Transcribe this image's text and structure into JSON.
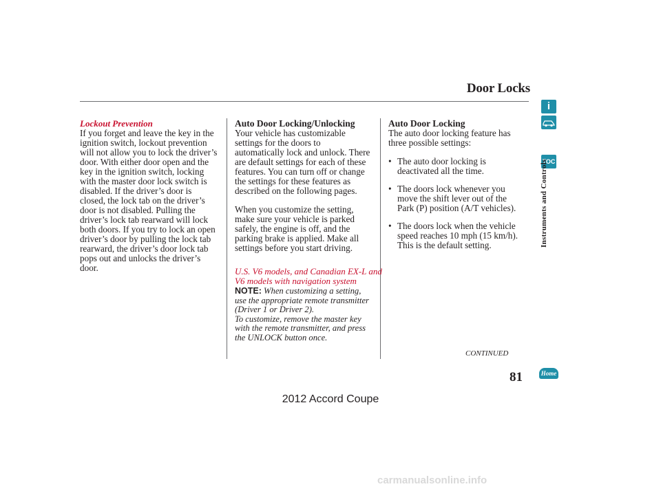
{
  "header": {
    "title": "Door Locks"
  },
  "sidebar": {
    "info_icon_label": "i",
    "toc_label": "TOC",
    "section_label": "Instruments and Controls"
  },
  "col1": {
    "heading": "Lockout Prevention",
    "lines": [
      "If you forget and leave the key in the",
      "ignition switch, lockout prevention",
      "will not allow you to lock the driver’s",
      "door. With either door open and the",
      "key in the ignition switch, locking",
      "with the master door lock switch is",
      "disabled. If the driver’s door is",
      "closed, the lock tab on the driver’s",
      "door is not disabled. Pulling the",
      "driver’s lock tab rearward will lock",
      "both doors. If you try to lock an open",
      "driver’s door by pulling the lock tab",
      "rearward, the driver’s door lock tab",
      "pops out and unlocks the driver’s",
      "door."
    ]
  },
  "col2": {
    "heading": "Auto Door Locking/Unlocking",
    "para1": [
      "Your vehicle has customizable",
      "settings for the doors to",
      "automatically lock and unlock. There",
      "are default settings for each of these",
      "features. You can turn off or change",
      "the settings for these features as",
      "described on the following pages."
    ],
    "para2": [
      "When you customize the setting,",
      "make sure your vehicle is parked",
      "safely, the engine is off, and the",
      "parking brake is applied. Make all",
      "settings before you start driving."
    ],
    "models": [
      "U.S. V6 models, and Canadian EX-L and",
      "V6 models with navigation system"
    ],
    "note_label": "NOTE:",
    "note_lines": [
      "When customizing a setting,",
      "use the appropriate remote transmitter",
      "(Driver 1 or Driver 2).",
      "To customize, remove the master key",
      "with the remote transmitter, and press",
      "the UNLOCK button once."
    ]
  },
  "col3": {
    "heading": "Auto Door Locking",
    "intro": [
      "The auto door locking feature has",
      "three possible settings:"
    ],
    "bullets": [
      [
        "The auto door locking is",
        "deactivated all the time."
      ],
      [
        "The doors lock whenever you",
        "move the shift lever out of the",
        "Park (P) position (A/T vehicles)."
      ],
      [
        "The doors lock when the vehicle",
        "speed reaches 10 mph (15 km/h).",
        "This is the default setting."
      ]
    ],
    "bullet_glyph": "•"
  },
  "footer": {
    "continued": "CONTINUED",
    "page_number": "81",
    "home_label": "Home",
    "model": "2012 Accord Coupe",
    "watermark": "carmanualsonline.info"
  }
}
